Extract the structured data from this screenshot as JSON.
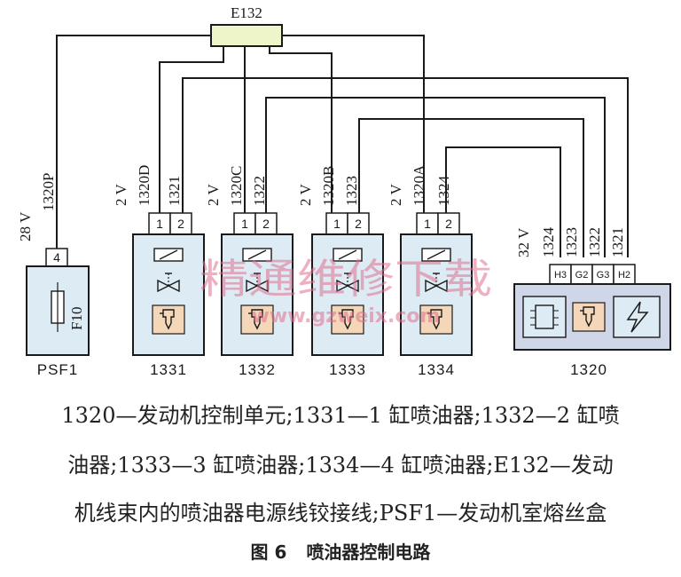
{
  "splice": {
    "label": "E132"
  },
  "fuse_box": {
    "name": "PSF1",
    "pin": "4",
    "fuse": "F10",
    "voltage": "28 V",
    "wire": "1320P"
  },
  "injectors": [
    {
      "name": "1331",
      "voltage": "2 V",
      "wire1": "1320D",
      "wire2": "1321",
      "pin1": "1",
      "pin2": "2"
    },
    {
      "name": "1332",
      "voltage": "2 V",
      "wire1": "1320C",
      "wire2": "1322",
      "pin1": "1",
      "pin2": "2"
    },
    {
      "name": "1333",
      "voltage": "2 V",
      "wire1": "1320B",
      "wire2": "1323",
      "pin1": "1",
      "pin2": "2"
    },
    {
      "name": "1334",
      "voltage": "2 V",
      "wire1": "1320A",
      "wire2": "1324",
      "pin1": "1",
      "pin2": "2"
    }
  ],
  "ecu": {
    "name": "1320",
    "voltage": "32 V",
    "wires": [
      "1324",
      "1323",
      "1322",
      "1321"
    ],
    "pins": [
      "H3",
      "G2",
      "G3",
      "H2"
    ]
  },
  "watermark": {
    "cn": "精通维修下载",
    "url": "www.gzweix.com"
  },
  "legend": {
    "line1": "1320—发动机控制单元;1331—1 缸喷油器;1332—2 缸喷",
    "line2": "油器;1333—3 缸喷油器;1334—4 缸喷油器;E132—发动",
    "line3": "机线束内的喷油器电源线铰接线;PSF1—发动机室熔丝盒"
  },
  "figure": {
    "number": "图 6",
    "title": "喷油器控制电路"
  },
  "colors": {
    "box_fill": "#dcebf4",
    "ecu_fill": "#cfd6e8",
    "splice_fill": "#eef5c8",
    "nozzle_fill": "#f4d7b8"
  }
}
